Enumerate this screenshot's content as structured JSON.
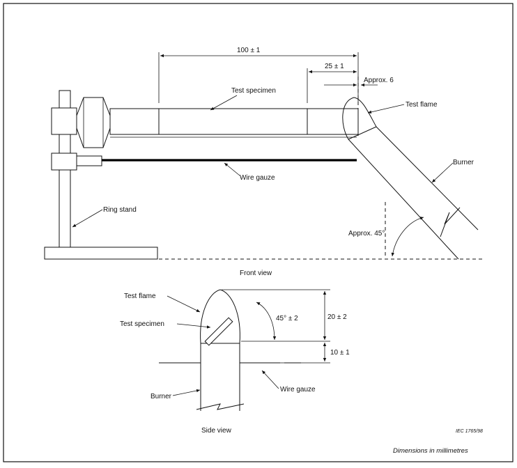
{
  "front_view": {
    "dim_length": "100 ± 1",
    "dim_mark": "25 ± 1",
    "approx_distance": "Approx. 6",
    "test_specimen": "Test specimen",
    "test_flame": "Test flame",
    "burner": "Burner",
    "wire_gauze": "Wire gauze",
    "ring_stand": "Ring stand",
    "approx_angle": "Approx. 45°",
    "title": "Front view"
  },
  "side_view": {
    "test_flame": "Test flame",
    "test_specimen": "Test specimen",
    "angle": "45° ± 2",
    "dim_flame": "20 ± 2",
    "dim_gap": "10 ± 1",
    "burner": "Burner",
    "wire_gauze": "Wire gauze",
    "title": "Side view"
  },
  "footer": {
    "reference": "IEC  1765/98",
    "units_note": "Dimensions in millimetres"
  }
}
